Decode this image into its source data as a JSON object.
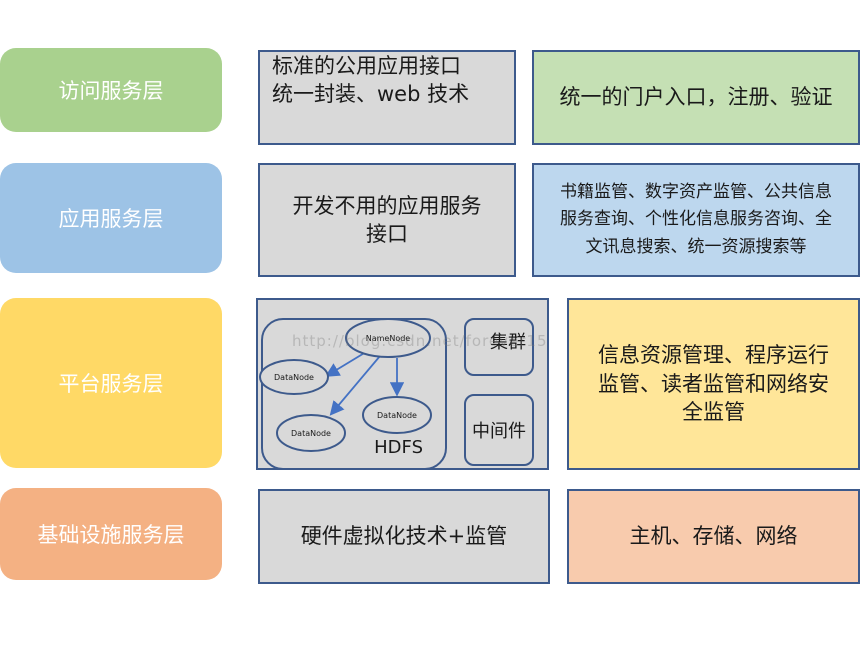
{
  "colors": {
    "access": "#a9d18e",
    "application": "#9dc3e6",
    "platform": "#ffd966",
    "infrastructure": "#f4b183",
    "grey_box": "#d9d9d9",
    "green_box": "#c5e0b4",
    "blue_box": "#bdd7ee",
    "yellow_box": "#ffe699",
    "orange_box": "#f8cbad",
    "border": "#3d5a8c"
  },
  "layers": [
    {
      "label": "访问服务层",
      "middle": [
        "标准的公用应用接口",
        "统一封装、web 技术"
      ],
      "right": "统一的门户入口，注册、验证"
    },
    {
      "label": "应用服务层",
      "middle": [
        "开发不用的应用服务",
        "接口"
      ],
      "right": [
        "书籍监管、数字资产监管、公共信息",
        "服务查询、个性化信息服务咨询、全",
        "文讯息搜索、统一资源搜索等"
      ]
    },
    {
      "label": "平台服务层",
      "hdfs": {
        "title": "HDFS",
        "namenode": "NameNode",
        "datanodes": [
          "DataNode",
          "DataNode",
          "DataNode"
        ]
      },
      "cluster": "集群",
      "middleware": "中间件",
      "right": [
        "信息资源管理、程序运行",
        "监管、读者监管和网络安",
        "全监管"
      ]
    },
    {
      "label": "基础设施服务层",
      "middle": "硬件虚拟化技术+监管",
      "right": "主机、存储、网络"
    }
  ],
  "watermark": "http://blog.csdn.net/forever15"
}
